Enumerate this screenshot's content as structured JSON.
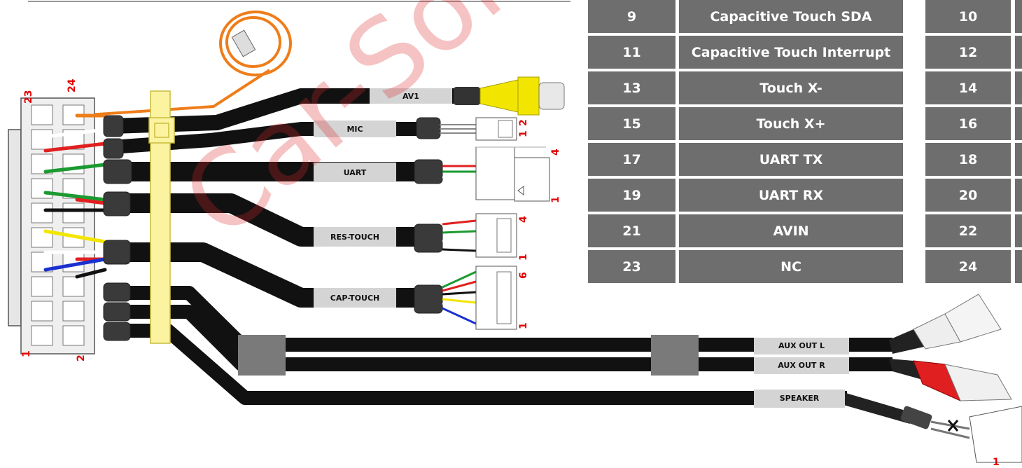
{
  "cable_labels": {
    "av1": "AV1",
    "mic": "MIC",
    "uart": "UART",
    "res_touch": "RES-TOUCH",
    "cap_touch": "CAP-TOUCH",
    "aux_out_l": "AUX OUT L",
    "aux_out_r": "AUX OUT R",
    "speaker": "SPEAKER"
  },
  "pin_markers": {
    "connector_23": "23",
    "connector_24": "24",
    "connector_1": "1",
    "connector_2": "2",
    "mic_1": "1",
    "mic_2": "2",
    "uart_4": "4",
    "uart_1": "1",
    "res_4": "4",
    "res_1": "1",
    "cap_6": "6",
    "cap_1": "1",
    "speaker_1": "1"
  },
  "pin_table": [
    {
      "pin_a": "9",
      "name_a": "Capacitive Touch SDA",
      "pin_b": "10"
    },
    {
      "pin_a": "11",
      "name_a": "Capacitive Touch Interrupt",
      "pin_b": "12"
    },
    {
      "pin_a": "13",
      "name_a": "Touch X-",
      "pin_b": "14"
    },
    {
      "pin_a": "15",
      "name_a": "Touch X+",
      "pin_b": "16"
    },
    {
      "pin_a": "17",
      "name_a": "UART TX",
      "pin_b": "18"
    },
    {
      "pin_a": "19",
      "name_a": "UART RX",
      "pin_b": "20"
    },
    {
      "pin_a": "21",
      "name_a": "AVIN",
      "pin_b": "22"
    },
    {
      "pin_a": "23",
      "name_a": "NC",
      "pin_b": "24"
    }
  ],
  "watermark": "Car-Solutio",
  "colors": {
    "cable": "#111111",
    "label_band": "#d4d4d4",
    "table_cell": "#6e6e6e",
    "rca_yellow": "#f2e600",
    "rca_red": "#e02020",
    "rca_white": "#eeeeee",
    "cable_tie": "#fbf3a0",
    "pin_marker": "#e00000"
  }
}
